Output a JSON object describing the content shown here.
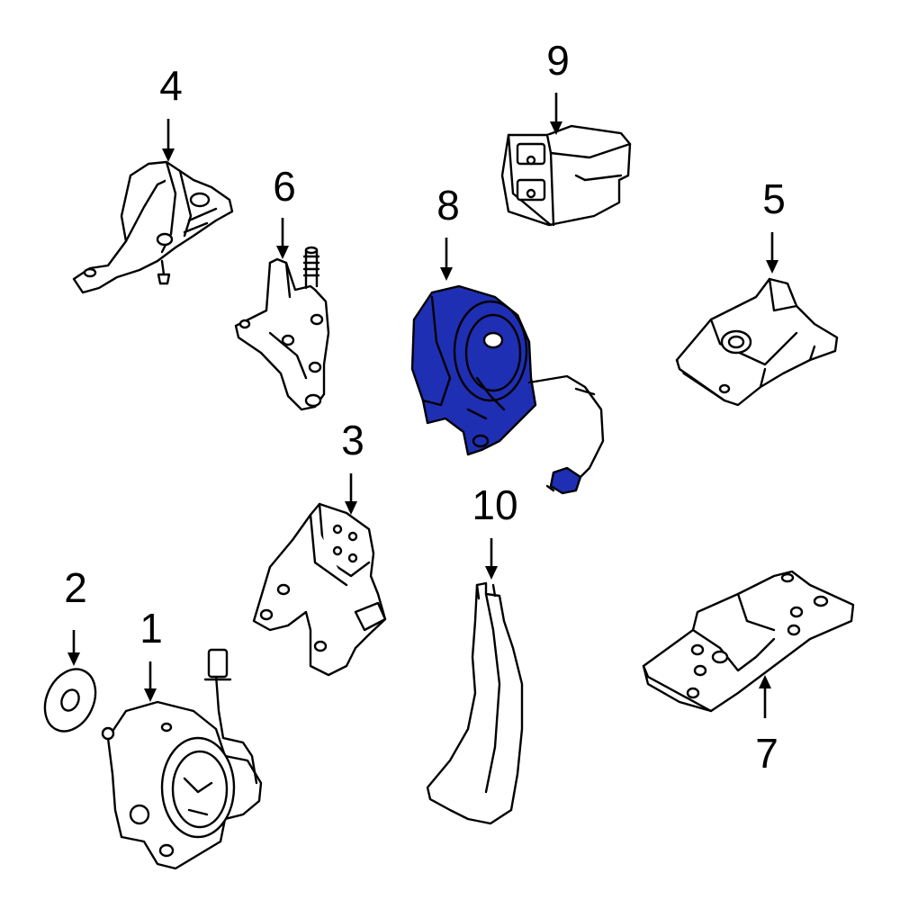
{
  "colors": {
    "line": "#000000",
    "part_fill": "#ffffff",
    "highlight_fill": "#1f2fb3",
    "background": "#ffffff"
  },
  "callouts": [
    {
      "id": "1",
      "label": "1"
    },
    {
      "id": "2",
      "label": "2"
    },
    {
      "id": "3",
      "label": "3"
    },
    {
      "id": "4",
      "label": "4"
    },
    {
      "id": "5",
      "label": "5"
    },
    {
      "id": "6",
      "label": "6"
    },
    {
      "id": "7",
      "label": "7"
    },
    {
      "id": "8",
      "label": "8"
    },
    {
      "id": "9",
      "label": "9"
    },
    {
      "id": "10",
      "label": "10"
    }
  ],
  "highlighted_part": "8"
}
